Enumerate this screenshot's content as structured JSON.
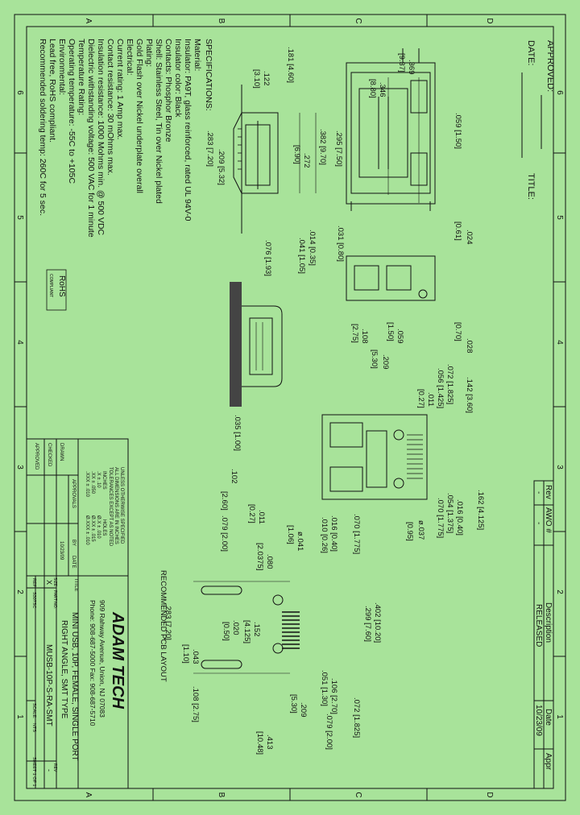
{
  "zones": {
    "top": [
      "A",
      "B",
      "C",
      "D"
    ],
    "side": [
      "6",
      "5",
      "4",
      "3",
      "2",
      "1"
    ]
  },
  "approval": {
    "approved": "APPROVED:",
    "date": "DATE:",
    "title": "TITLE:"
  },
  "specs": {
    "heading": "SPECIFICATIONS:",
    "lines": [
      "Material:",
      "Insulator: PA9T, glass reinforced, rated UL 94V-0",
      "Insulator color: Black",
      "Contacts: Phosphor Bronze",
      "Shell: Stainless Steel, Tin over Nickel plated",
      "Plating:",
      "Gold Flash over Nickel underplate overall",
      "Electrical:",
      "Current rating: 1 Amp max.",
      "Contact resistance: 30 mOhms max.",
      "Insulation resistance: 1000 Mohms min. @ 500 VDC",
      "Dielectric withstanding voltage: 500 VAC for 1 minute",
      "Temperature Rating:",
      "Operating temperature: -55C to +105C",
      "Environmental:",
      "Lead free, RoHS compliant.",
      "Recommended soldering temp: 260C for 5 sec."
    ],
    "rohs": "RoHS",
    "rohs_sub": "COMPLIANT"
  },
  "dims": {
    "d_059": ".059 [1.50]",
    "d_369": ".369",
    "d_937": "[9.37]",
    "d_346": ".346",
    "d_880": "[8.80]",
    "d_181": ".181 [4.60]",
    "d_122": ".122",
    "d_310": "[3.10]",
    "d_295": ".295 [7.50]",
    "d_382": ".382 [9.70]",
    "d_272": ".272",
    "d_690": "[6.90]",
    "d_283": ".283 [7.20]",
    "d_209": ".209 [5.32]",
    "d_024": ".024",
    "d_061": "[0.61]",
    "d_031": ".031 [0.80]",
    "d_014": ".014 [0.35]",
    "d_041": ".041 [1.05]",
    "d_076": ".076 [1.93]",
    "d_028": ".028",
    "d_070b": "[0.70]",
    "d_059b": ".059",
    "d_150b": "[1.50]",
    "d_108": ".108",
    "d_275": "[2.75]",
    "d_209b": ".209",
    "d_530": "[5.30]",
    "d_142": ".142 [3.60]",
    "d_072": ".072 [1.825]",
    "d_056": ".056 [1.425]",
    "d_011": ".011",
    "d_027": "[0.27]",
    "d_035": ".035 [1.00]",
    "d_162": ".162 [4.125]",
    "d_016": ".016 [0.40]",
    "d_054": ".054 [1.375]",
    "d_070": ".070 [1.775]",
    "d_037": "ø.037",
    "d_095": "[0.95]",
    "d_102": ".102",
    "d_260": "[2.60]",
    "d_079": ".079 [2.00]",
    "d_011b": ".011",
    "d_027b": "[0.27]",
    "d_080": ".080",
    "d_2037": "[2.0375]",
    "d_041b": "ø.041",
    "d_106": "[1.06]",
    "d_016b": ".016 [0.40]",
    "d_010": ".010 [0.26]",
    "d_070c": ".070 [1.775]",
    "d_402": ".402 [10.20]",
    "d_299": ".299 [7.60]",
    "d_152": ".152",
    "d_4125": "[4.125]",
    "d_020": ".020",
    "d_050": "[0.50]",
    "d_043": ".043",
    "d_110": "[1.10]",
    "d_283b": ".283 [7.20]",
    "d_106b": ".106 [2.70]",
    "d_051": ".051 [1.30]",
    "d_209c": ".209",
    "d_530b": "[5.30]",
    "d_413": ".413",
    "d_1048": "[10.48]",
    "d_108b": ".108 [2.75]",
    "d_072b": ".072 [1.825]",
    "d_079b": ".079 [2.00]"
  },
  "pcb_label": "RECOMMENDED PCB LAYOUT",
  "revision": {
    "headers": [
      "Rev",
      "AWO #",
      "Description",
      "Date",
      "Appr"
    ],
    "row": [
      "-",
      "-",
      "RELEASED",
      "10/23/09",
      ""
    ]
  },
  "tolerances": {
    "title_lines": [
      "UNLESS OTHERWISE SPECIFIED",
      "ALL DIMENSIONS ARE IN INCHES",
      "TOLERANCES EXCEPT AS NOTED"
    ],
    "inches": "INCHES",
    "rows": [
      ".X  ± .10",
      ".XX  ± .050",
      ".XXX  ± .010"
    ],
    "holes": [
      "HOLES",
      "Ø.X  ± .010",
      "Ø.XX  ± .015",
      "Ø.XXX  ± .010"
    ],
    "approvals": "APPROVALS",
    "by": "BY",
    "date": "DATE",
    "drawn": "DRAWN",
    "drawn_date": "10/23/09",
    "checked": "CHECKED",
    "approved": "APPROVED"
  },
  "title_block": {
    "company": "ADAM TECH",
    "address": "909 Rahway Avenue, Union, NJ 07083",
    "phone": "Phone: 908-687-5000 Fax: 908-687-5710",
    "title_label": "TITLE",
    "title1": "MINI USB, 10P, FEMALE, SINGLE PORT",
    "title2": "RIGHT ANGLE, SMT TYPE",
    "size_label": "SIZE",
    "size": "X",
    "part_label": "PART NO.",
    "part_no": "MUSB-10P-S-RA-SMT",
    "rev_label": "REV",
    "rev": "-",
    "ref_label": "REF:",
    "ref": "S307SC",
    "scale_label": "SCALE:",
    "scale": "NTS",
    "sheet": "SHEET 1 OF 1"
  }
}
